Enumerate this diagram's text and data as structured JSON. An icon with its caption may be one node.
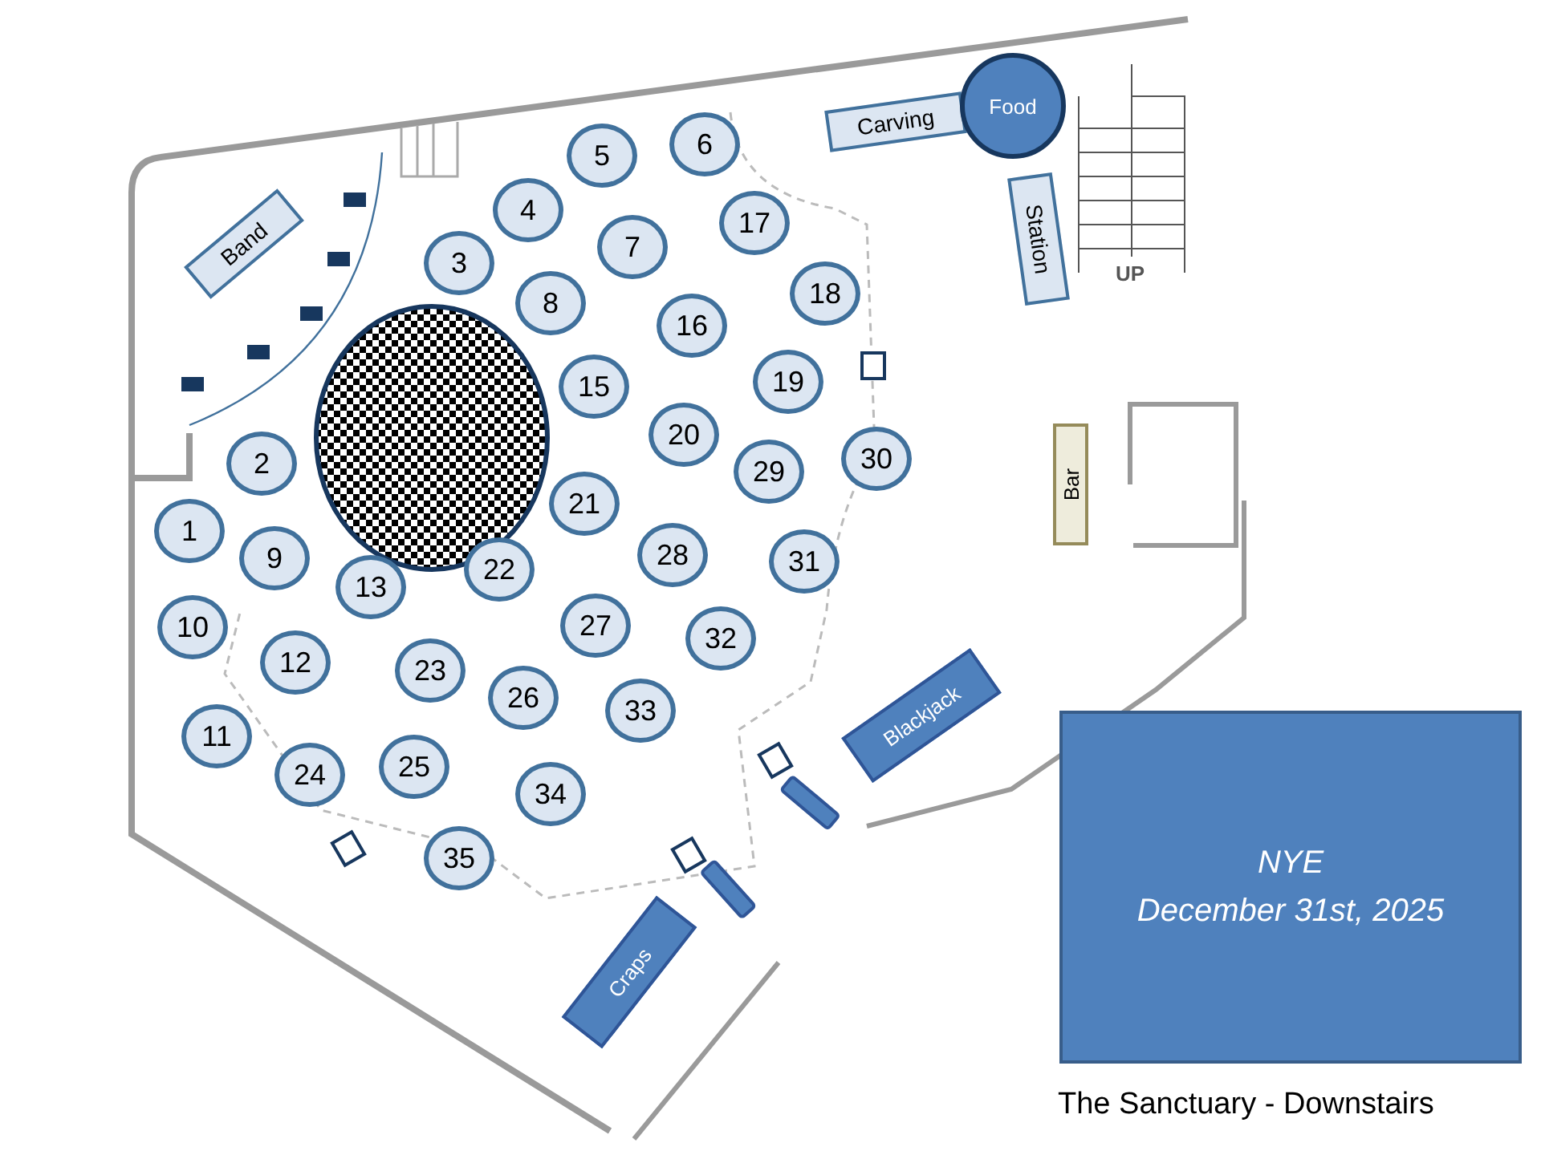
{
  "diagram": {
    "nodes": [
      {
        "text": [
          "Band"
        ]
      },
      {
        "text": [
          "1"
        ]
      },
      {
        "text": [
          "2"
        ]
      },
      {
        "text": [
          "3"
        ]
      },
      {
        "text": [
          "4"
        ]
      },
      {
        "text": [
          "5"
        ]
      },
      {
        "text": [
          "6"
        ]
      },
      {
        "text": [
          "7"
        ]
      },
      {
        "text": [
          "8"
        ]
      },
      {
        "text": [
          "9"
        ]
      },
      {
        "text": [
          "10"
        ]
      },
      {
        "text": [
          "11"
        ]
      },
      {
        "text": [
          "12"
        ]
      },
      {
        "text": [
          "13"
        ]
      },
      {
        "text": [
          "15"
        ]
      },
      {
        "text": [
          "16"
        ]
      },
      {
        "text": [
          "17"
        ]
      },
      {
        "text": [
          "18"
        ]
      },
      {
        "text": [
          "19"
        ]
      },
      {
        "text": [
          "20"
        ]
      },
      {
        "text": [
          "21"
        ]
      },
      {
        "text": [
          "22"
        ]
      },
      {
        "text": [
          "23"
        ]
      },
      {
        "text": [
          "24"
        ]
      },
      {
        "text": [
          "25"
        ]
      },
      {
        "text": [
          "26"
        ]
      },
      {
        "text": [
          "27"
        ]
      },
      {
        "text": [
          "28"
        ]
      },
      {
        "text": [
          "29"
        ]
      },
      {
        "text": [
          "30"
        ]
      },
      {
        "text": [
          "31"
        ]
      },
      {
        "text": [
          "32"
        ]
      },
      {
        "text": [
          "33"
        ]
      },
      {
        "text": [
          "34"
        ]
      },
      {
        "text": [
          "35"
        ]
      },
      {
        "text": [
          "Carving"
        ]
      },
      {
        "text": [
          "Food"
        ]
      },
      {
        "text": [
          "Station"
        ]
      },
      {
        "text": [
          "Bar"
        ]
      },
      {
        "text": [
          "Blackjack"
        ]
      },
      {
        "text": [
          "Craps"
        ]
      },
      {
        "text": [
          "NYE",
          "December 31st, 2025"
        ]
      }
    ],
    "edges": [],
    "labels": [
      "UP"
    ],
    "caption": "The Sanctuary - Downstairs"
  }
}
